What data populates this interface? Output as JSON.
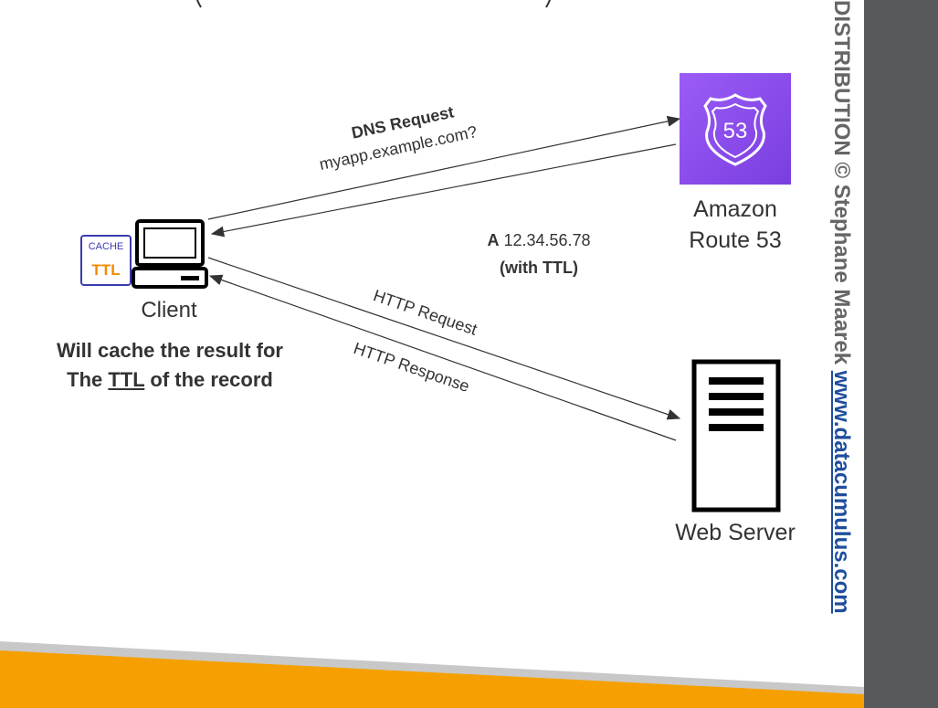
{
  "watermark": {
    "text": "DISTRIBUTION © Stephane Maarek ",
    "url": "www.datacumulus.com"
  },
  "client": {
    "label": "Client",
    "cache_icon_top": "CACHE",
    "cache_icon_bottom": "TTL",
    "note_line1": "Will cache the result for",
    "note_line2_pre": "The ",
    "note_line2_ttl": "TTL",
    "note_line2_post": " of the record"
  },
  "route53": {
    "label_line1": "Amazon",
    "label_line2": "Route 53",
    "badge_number": "53"
  },
  "web_server": {
    "label": "Web Server"
  },
  "dns_request": {
    "title": "DNS Request",
    "query": "myapp.example.com?"
  },
  "dns_response": {
    "record_type": "A",
    "ip": " 12.34.56.78",
    "ttl_note": "(with TTL)"
  },
  "http_request": {
    "label": "HTTP Request"
  },
  "http_response": {
    "label": "HTTP Response"
  },
  "colors": {
    "orange": "#f5a000",
    "dark_bar": "#58595b",
    "route53_purple": "#8c4fff",
    "cache_blue": "#3a3ab0",
    "ttl_orange": "#f08c00",
    "link_blue": "#1f4e9c"
  }
}
